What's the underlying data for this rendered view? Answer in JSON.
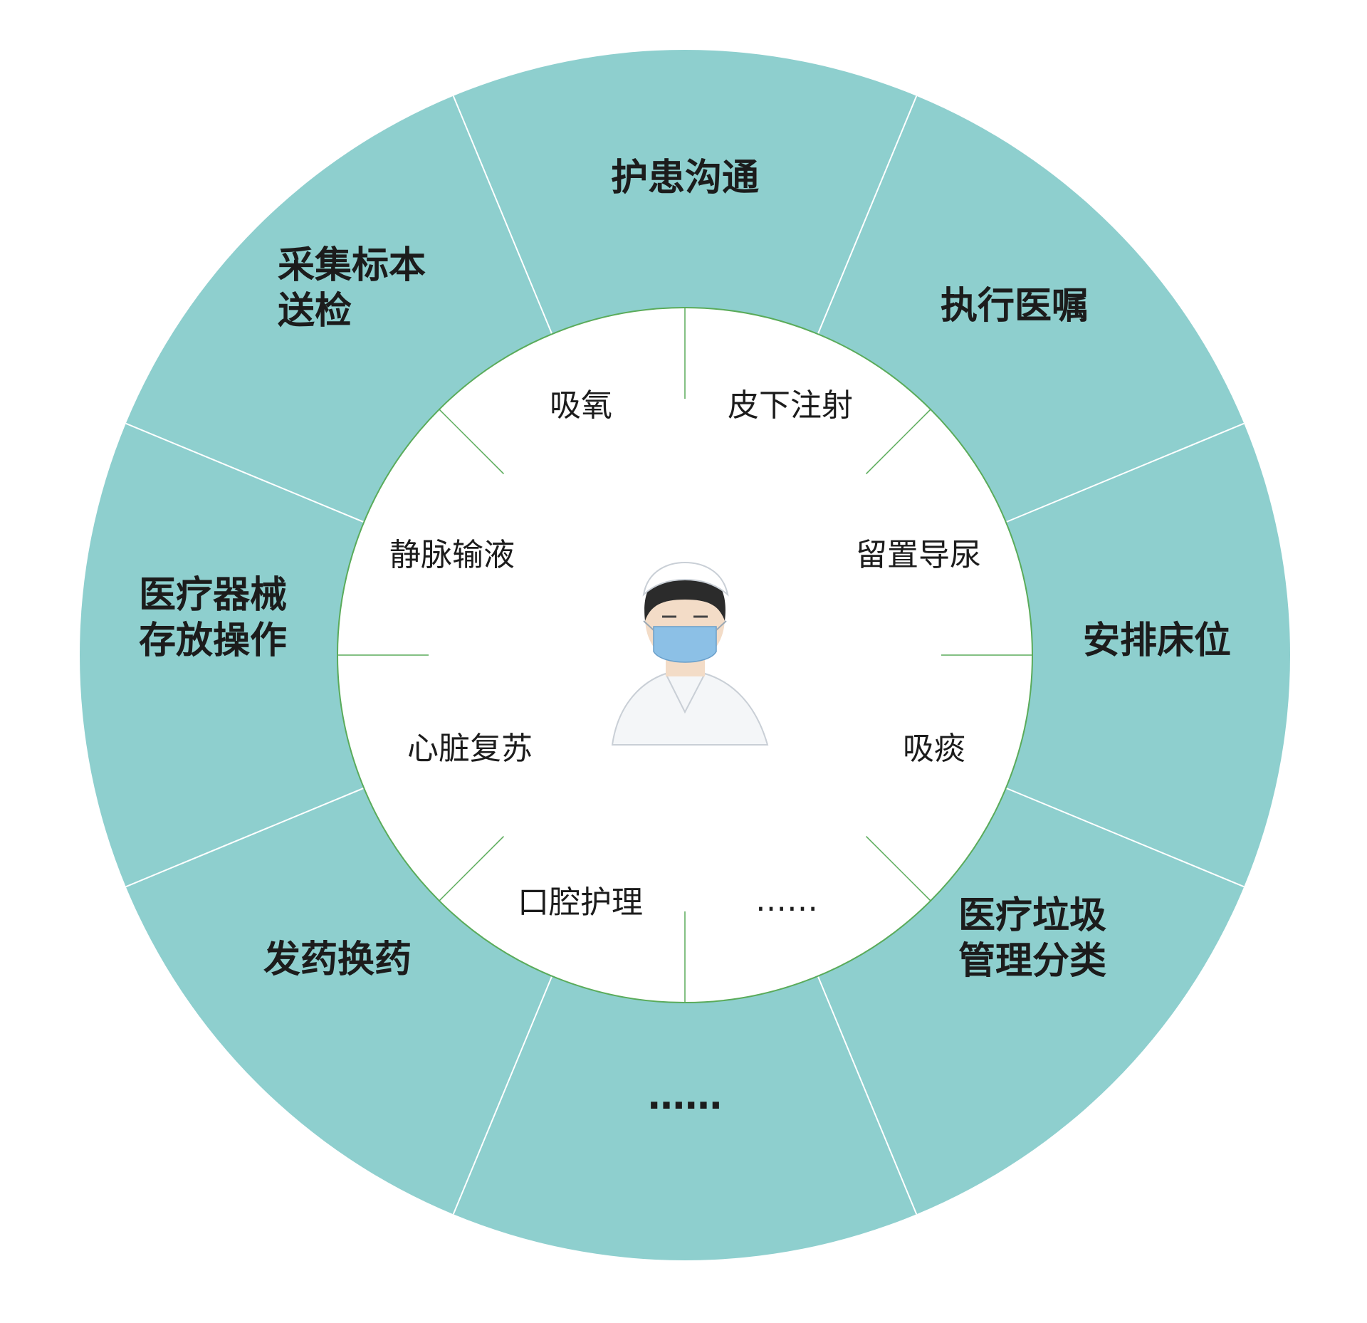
{
  "colors": {
    "outer_ring": "#8ecfce",
    "inner_circle": "#ffffff",
    "divider_outer": "#ffffff",
    "divider_inner": "#5aab5a",
    "text": "#1c1c1c"
  },
  "outer_ring": {
    "items": [
      {
        "label": "护患沟通"
      },
      {
        "label": "执行医嘱"
      },
      {
        "label": "安排床位"
      },
      {
        "label": "医疗垃圾\n管理分类"
      },
      {
        "label": "……"
      },
      {
        "label": "发药换药"
      },
      {
        "label": "医疗器械\n存放操作"
      },
      {
        "label": "采集标本\n送检"
      }
    ]
  },
  "inner_circle": {
    "items": [
      {
        "label": "皮下注射"
      },
      {
        "label": "留置导尿"
      },
      {
        "label": "吸痰"
      },
      {
        "label": "……"
      },
      {
        "label": "口腔护理"
      },
      {
        "label": "心脏复苏"
      },
      {
        "label": "静脉输液"
      },
      {
        "label": "吸氧"
      }
    ]
  },
  "center_figure": {
    "icon": "nurse-with-mask-icon"
  }
}
